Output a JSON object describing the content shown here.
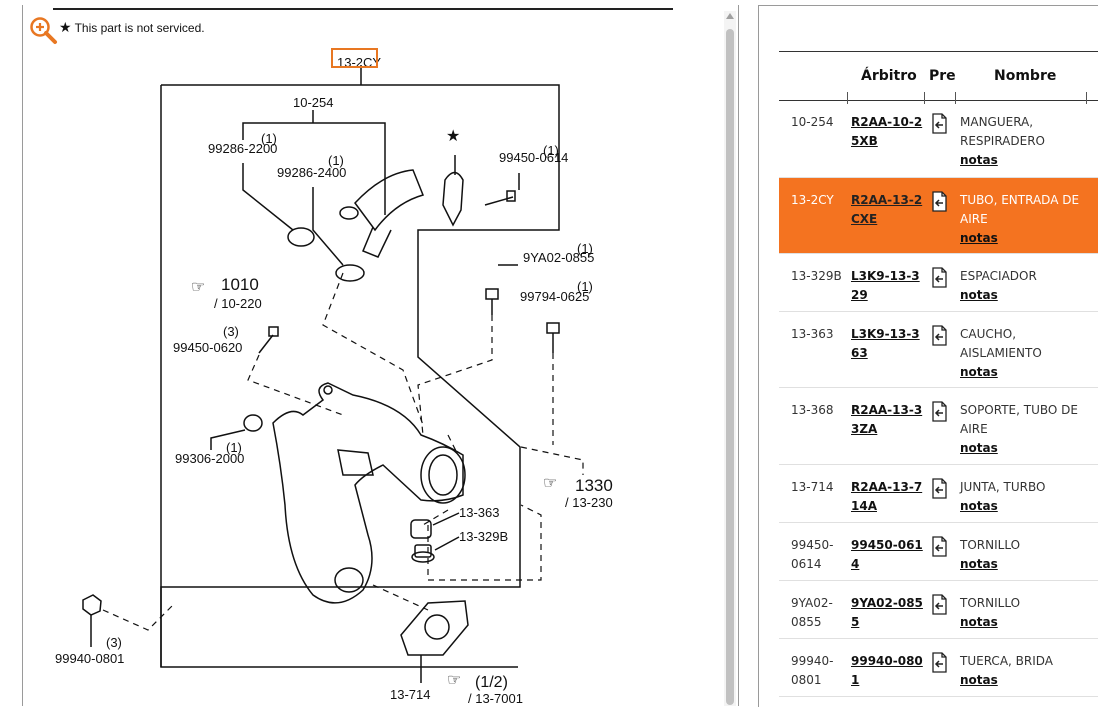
{
  "diagram": {
    "legend_text": "This part is not serviced.",
    "highlighted_callout": "13-2CY",
    "labels": [
      "10-254",
      "99286-2200",
      "99286-2400",
      "99450-0614",
      "9YA02-0855",
      "99794-0625",
      "1010",
      "/ 10-220",
      "99450-0620",
      "99306-2000",
      "1330",
      "/ 13-230",
      "13-363",
      "13-329B",
      "99940-0801",
      "13-714",
      "(1/2)",
      "/ 13-7001",
      "(1)",
      "(3)"
    ]
  },
  "table": {
    "headers": {
      "ref": "",
      "part": "Árbitro",
      "pre": "Pre",
      "name": "Nombre"
    },
    "notes_label": "notas",
    "rows": [
      {
        "ref": "10-254",
        "part": "R2AA-10-25XB",
        "name": "MANGUERA, RESPIRADERO",
        "highlight": false
      },
      {
        "ref": "13-2CY",
        "part": "R2AA-13-2CXE",
        "name": "TUBO, ENTRADA DE AIRE",
        "highlight": true
      },
      {
        "ref": "13-329B",
        "part": "L3K9-13-329",
        "name": "ESPACIADOR",
        "highlight": false
      },
      {
        "ref": "13-363",
        "part": "L3K9-13-363",
        "name": "CAUCHO, AISLAMIENTO",
        "highlight": false
      },
      {
        "ref": "13-368",
        "part": "R2AA-13-33ZA",
        "name": "SOPORTE, TUBO DE AIRE",
        "highlight": false
      },
      {
        "ref": "13-714",
        "part": "R2AA-13-714A",
        "name": "JUNTA, TURBO",
        "highlight": false
      },
      {
        "ref": "99450-0614",
        "part": "99450-0614",
        "name": "TORNILLO",
        "highlight": false
      },
      {
        "ref": "9YA02-0855",
        "part": "9YA02-0855",
        "name": "TORNILLO",
        "highlight": false
      },
      {
        "ref": "99940-0801",
        "part": "99940-0801",
        "name": "TUERCA, BRIDA",
        "highlight": false
      }
    ]
  },
  "colors": {
    "highlight": "#f47320",
    "callout": "#e87722",
    "zoom": "#e87722"
  },
  "icons": {
    "zoom": "zoom-in-icon",
    "pre": "document-arrow-icon",
    "star": "star-icon"
  }
}
